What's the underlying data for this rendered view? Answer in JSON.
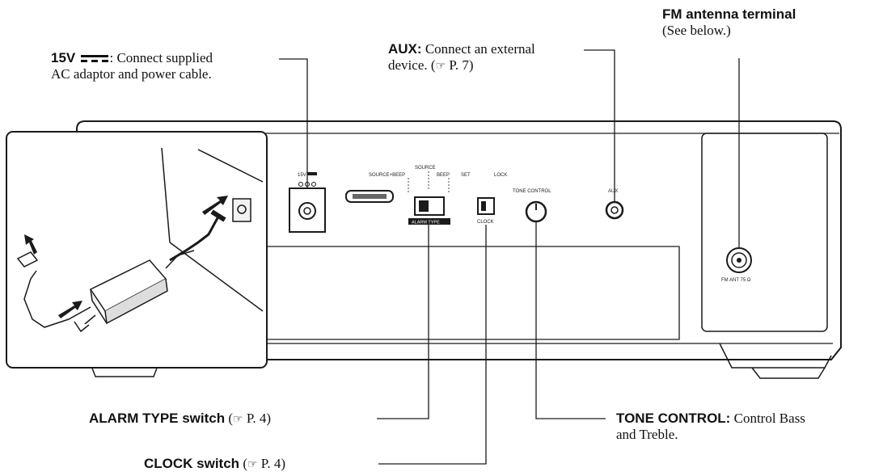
{
  "callouts": {
    "power": {
      "title": "15V",
      "text1": ": Connect supplied",
      "text2": "AC adaptor and power cable."
    },
    "aux": {
      "title": "AUX:",
      "text1": " Connect an external",
      "text2": "device. (",
      "ref_icon": "☞",
      "ref": " P. 7)"
    },
    "fm": {
      "title": "FM antenna terminal",
      "text": "(See below.)"
    },
    "alarm": {
      "title": "ALARM TYPE switch",
      "ref_open": " (",
      "ref_icon": "☞",
      "ref": " P. 4)"
    },
    "clock": {
      "title": "CLOCK switch",
      "ref_open": " (",
      "ref_icon": "☞",
      "ref": " P. 4)"
    },
    "tone": {
      "title": "TONE CONTROL:",
      "text1": " Control Bass",
      "text2": "and Treble."
    }
  },
  "panel_labels": {
    "power_jack": "15V",
    "source": "SOURCE",
    "source_beep": "SOURCE+BEEP",
    "beep": "BEEP",
    "alarm_type": "ALARM TYPE",
    "set": "SET",
    "lock": "LOCK",
    "clock": "CLOCK",
    "tone_control": "TONE CONTROL",
    "aux": "AUX",
    "fm_ant": "FM ANT 75 Ω"
  },
  "icons": {
    "dc_symbol": "dc-symbol-icon",
    "reference": "pointing-hand-icon",
    "arrow": "arrow-icon"
  },
  "colors": {
    "line": "#1a1a1a",
    "device_fill": "#ffffff",
    "shade": "#e8e8e8"
  }
}
